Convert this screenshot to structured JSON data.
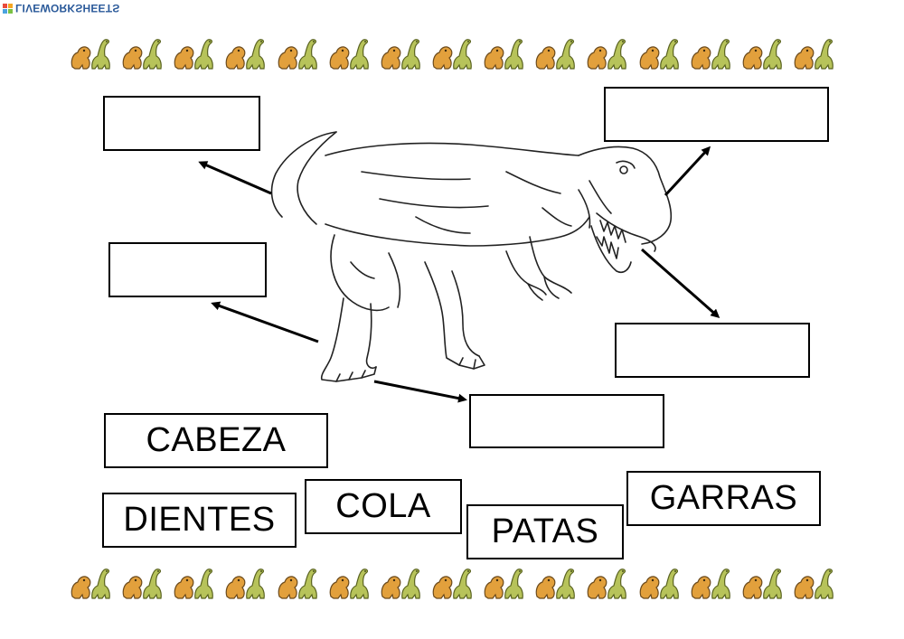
{
  "brand": {
    "name": "LIVEWORKSHEETS",
    "colors": [
      "#e94b3c",
      "#f5a623",
      "#4aa3df",
      "#7ac143"
    ]
  },
  "border_icon": "dinosaur-pair-icon",
  "border_colors": {
    "orange_dino": "#e2a03c",
    "green_dino": "#b7c35a",
    "outline": "#6b4a1c"
  },
  "drop_zones": [
    {
      "label": "tail-target"
    },
    {
      "label": "head-target"
    },
    {
      "label": "claws-target"
    },
    {
      "label": "teeth-target"
    },
    {
      "label": "legs-target"
    }
  ],
  "word_cards": [
    {
      "text": "CABEZA"
    },
    {
      "text": "DIENTES"
    },
    {
      "text": "COLA"
    },
    {
      "text": "PATAS"
    },
    {
      "text": "GARRAS"
    }
  ],
  "illustration": "t-rex-line-drawing"
}
